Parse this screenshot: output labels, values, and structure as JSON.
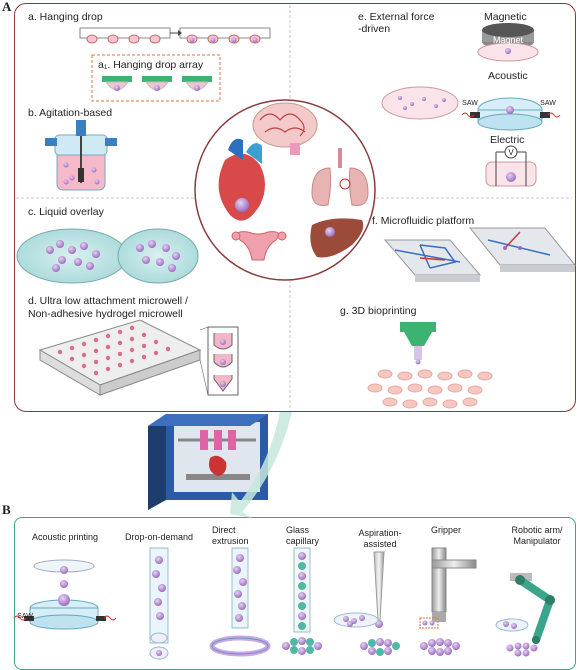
{
  "panel_labels": {
    "a": "A",
    "b": "B"
  },
  "panel_a": {
    "hanging_drop": "a. Hanging drop",
    "hanging_drop_array": "a₁. Hanging drop array",
    "agitation": "b. Agitation-based",
    "liquid_overlay": "c. Liquid overlay",
    "ultra_low_line1": "d. Ultra low attachment microwell /",
    "ultra_low_line2": "Non-adhesive hydrogel microwell",
    "external_line1": "e. External force",
    "external_line2": "-driven",
    "magnetic": "Magnetic",
    "magnet": "Magnet",
    "acoustic": "Acoustic",
    "saw_left": "SAW",
    "saw_right": "SAW",
    "electric": "Electric",
    "voltmeter": "V",
    "microfluidic": "f. Microfluidic platform",
    "bioprinting": "g. 3D bioprinting"
  },
  "panel_b": {
    "acoustic_printing": "Acoustic printing",
    "saw": "SAW",
    "drop_on_demand": "Drop-on-demand",
    "direct_line1": "Direct",
    "direct_line2": "extrusion",
    "glass_line1": "Glass",
    "glass_line2": "capillary",
    "aspiration_line1": "Aspiration-",
    "aspiration_line2": "assisted",
    "gripper": "Gripper",
    "robotic_line1": "Robotic arm/",
    "robotic_line2": "Manipulator"
  },
  "colors": {
    "panel_a_border": "#8b3a3a",
    "panel_b_border": "#3aa58a",
    "spheroid": "#b48ad0",
    "teal": "#4fb9a6",
    "green_holder": "#3cb371",
    "pink_medium": "#f4b6c8"
  }
}
